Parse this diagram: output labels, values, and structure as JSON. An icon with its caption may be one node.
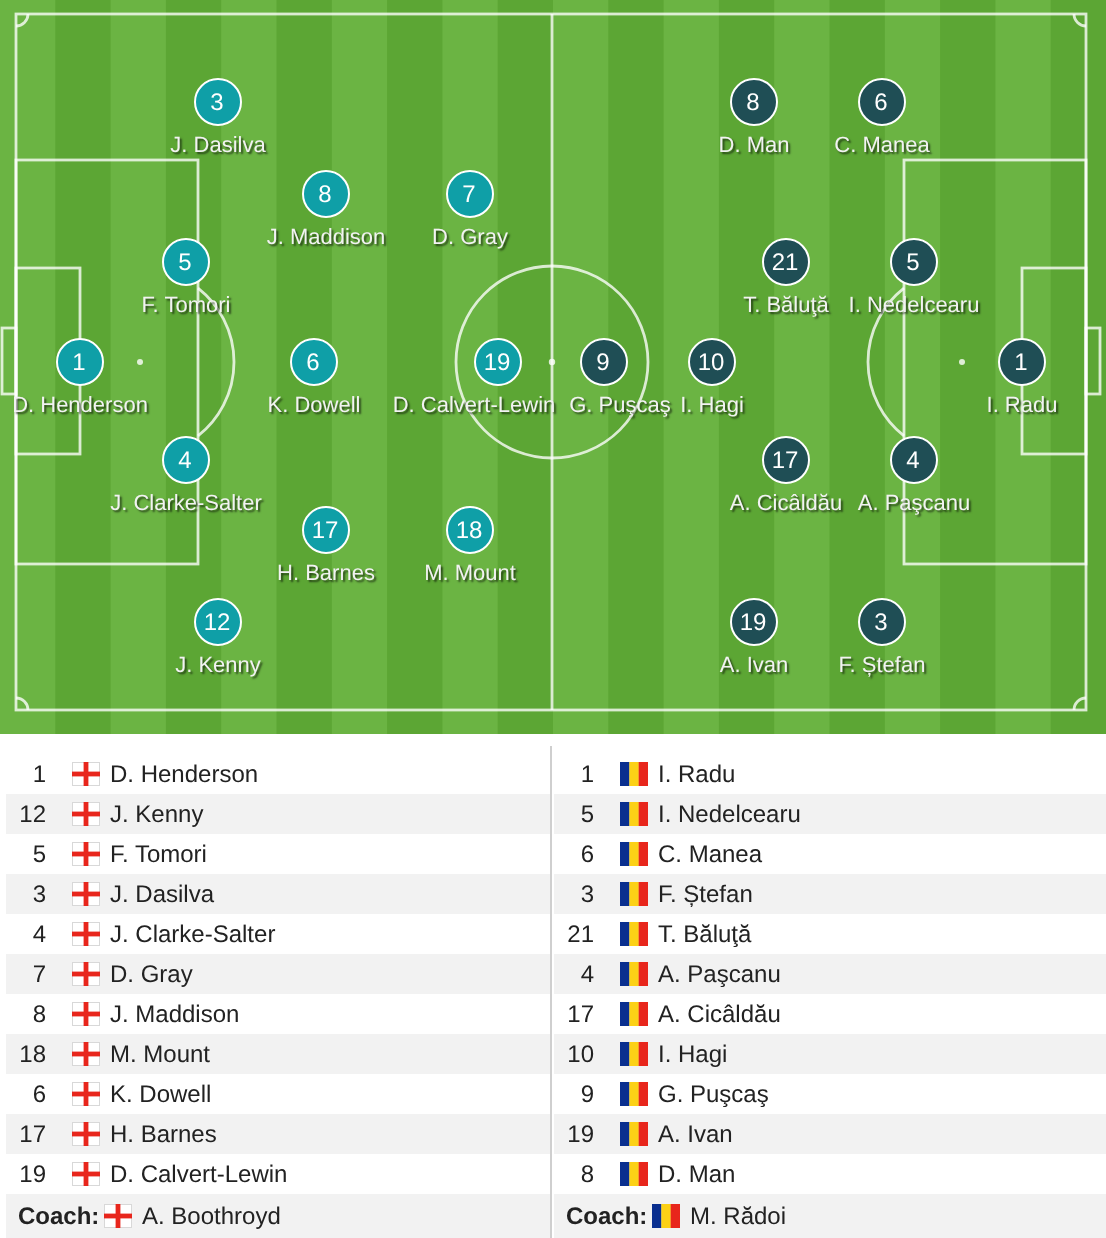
{
  "diagram": {
    "nodes": [
      {
        "text": [
          "3"
        ],
        "beside": [
          "J. Dasilva"
        ]
      },
      {
        "text": [
          "8"
        ],
        "beside": [
          "D. Man"
        ]
      },
      {
        "text": [
          "6"
        ],
        "beside": [
          "C. Manea"
        ]
      },
      {
        "text": [
          "8"
        ],
        "beside": [
          "J. Maddison"
        ]
      },
      {
        "text": [
          "7"
        ],
        "beside": [
          "D. Gray"
        ]
      },
      {
        "text": [
          "5"
        ],
        "beside": [
          "F. Tomori"
        ]
      },
      {
        "text": [
          "21"
        ],
        "beside": [
          "T. Băluţă"
        ]
      },
      {
        "text": [
          "5"
        ],
        "beside": [
          "I. Nedelcearu"
        ]
      },
      {
        "text": [
          "1"
        ],
        "beside": [
          "D. Henderson"
        ]
      },
      {
        "text": [
          "6"
        ],
        "beside": [
          "K. Dowell"
        ]
      },
      {
        "text": [
          "19"
        ],
        "beside": [
          "D. Calvert-Lewin"
        ]
      },
      {
        "text": [
          "9"
        ],
        "beside": [
          "G. Puşcaş"
        ]
      },
      {
        "text": [
          "10"
        ],
        "beside": [
          "I. Hagi"
        ]
      },
      {
        "text": [
          "1"
        ],
        "beside": [
          "I. Radu"
        ]
      },
      {
        "text": [
          "4"
        ],
        "beside": [
          "J. Clarke-Salter"
        ]
      },
      {
        "text": [
          "17"
        ],
        "beside": [
          "A. Cicâldău"
        ]
      },
      {
        "text": [
          "4"
        ],
        "beside": [
          "A. Paşcanu"
        ]
      },
      {
        "text": [
          "17"
        ],
        "beside": [
          "H. Barnes"
        ]
      },
      {
        "text": [
          "18"
        ],
        "beside": [
          "M. Mount"
        ]
      },
      {
        "text": [
          "12"
        ],
        "beside": [
          "J. Kenny"
        ]
      },
      {
        "text": [
          "19"
        ],
        "beside": [
          "A. Ivan"
        ]
      },
      {
        "text": [
          "3"
        ],
        "beside": [
          "F. Ștefan"
        ]
      }
    ],
    "labels": [
      "1",
      "D. Henderson",
      "12",
      "J. Kenny",
      "5",
      "F. Tomori",
      "3",
      "J. Dasilva",
      "4",
      "J. Clarke-Salter",
      "7",
      "D. Gray",
      "8",
      "J. Maddison",
      "18",
      "M. Mount",
      "6",
      "K. Dowell",
      "17",
      "H. Barnes",
      "19",
      "D. Calvert-Lewin",
      "Coach:",
      "A. Boothroyd",
      "1",
      "I. Radu",
      "5",
      "I. Nedelcearu",
      "6",
      "C. Manea",
      "3",
      "F. Ștefan",
      "21",
      "T. Băluţă",
      "4",
      "A. Paşcanu",
      "17",
      "A. Cicâldău",
      "10",
      "I. Hagi",
      "9",
      "G. Puşcaş",
      "19",
      "A. Ivan",
      "8",
      "D. Man",
      "Coach:",
      "M. Rădoi"
    ]
  }
}
